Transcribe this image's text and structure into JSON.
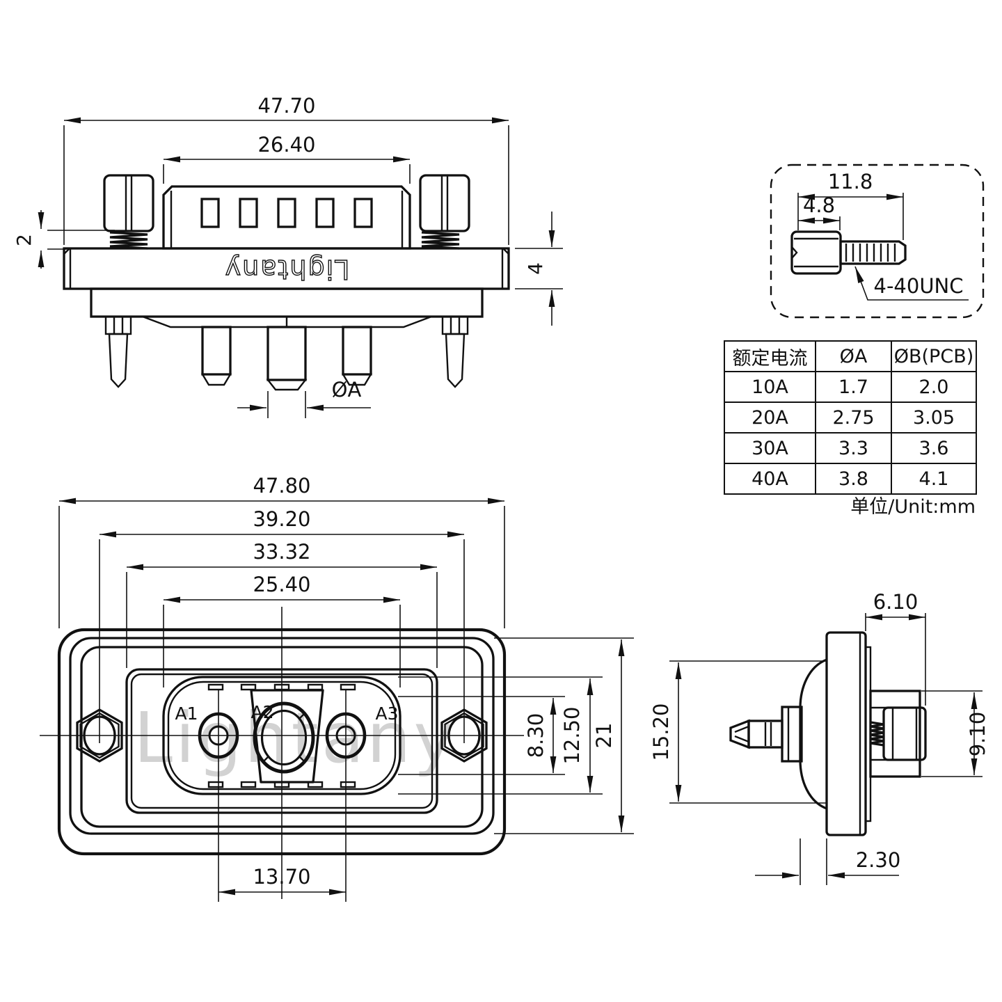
{
  "sheet": {
    "background": "#ffffff",
    "line_color": "#111111",
    "watermark_color": "#d2d2d2"
  },
  "brand": {
    "engraved_text": "Lightany",
    "watermark_text": "Lightany"
  },
  "top_view": {
    "dim_overall_width": "47.70",
    "dim_insulator_width": "26.40",
    "dim_spring_gap": "2",
    "dim_flange_thickness": "4",
    "dim_pin_diameter": "ØA"
  },
  "screw_detail": {
    "dim_total_length": "11.8",
    "dim_head_length": "4.8",
    "thread_spec": "4-40UNC"
  },
  "front_view": {
    "dim_overall_width": "47.80",
    "dim_mounting_span": "39.20",
    "dim_shell_span": "33.32",
    "dim_insert_span": "25.40",
    "dim_contact_zone_height": "8.30",
    "dim_insert_height": "12.50",
    "dim_overall_height": "21",
    "dim_contact_pitch": "13.70",
    "contact_labels": [
      "A1",
      "A2",
      "A3"
    ]
  },
  "side_view": {
    "dim_bracket_depth": "6.10",
    "dim_boss_height": "15.20",
    "dim_screw_height": "9.10",
    "dim_panel_gap": "2.30"
  },
  "spec_table": {
    "headers": [
      "额定电流",
      "ØA",
      "ØB(PCB)"
    ],
    "rows": [
      [
        "10A",
        "1.7",
        "2.0"
      ],
      [
        "20A",
        "2.75",
        "3.05"
      ],
      [
        "30A",
        "3.3",
        "3.6"
      ],
      [
        "40A",
        "3.8",
        "4.1"
      ]
    ],
    "unit_note": "单位/Unit:mm"
  }
}
